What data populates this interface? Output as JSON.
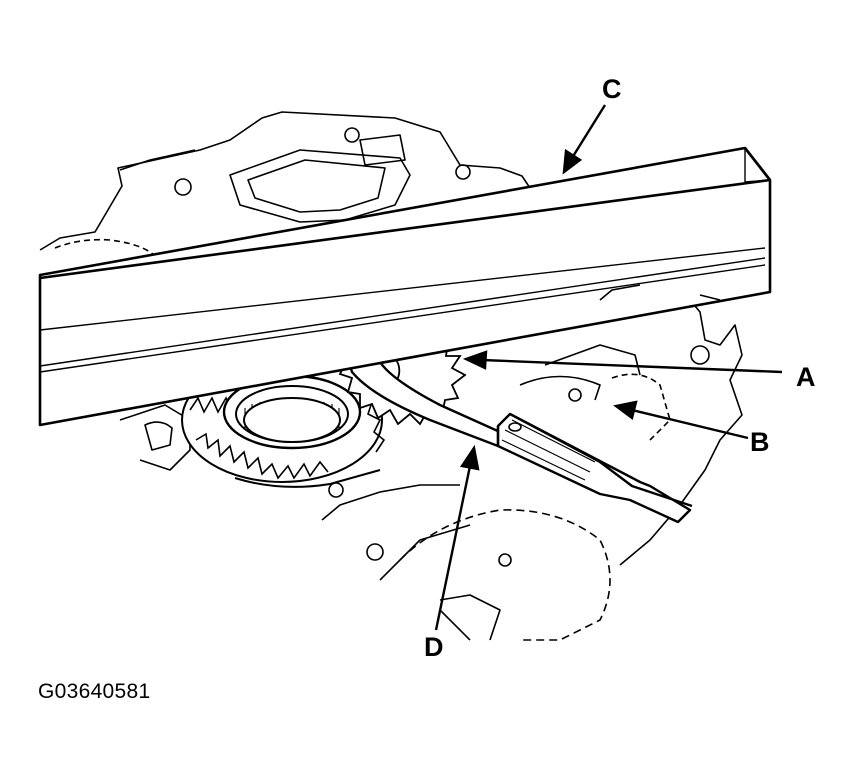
{
  "figure_id": "G03640581",
  "callouts": {
    "a": "A",
    "b": "B",
    "c": "C",
    "d": "D"
  },
  "colors": {
    "line": "#000000",
    "background": "#ffffff"
  }
}
